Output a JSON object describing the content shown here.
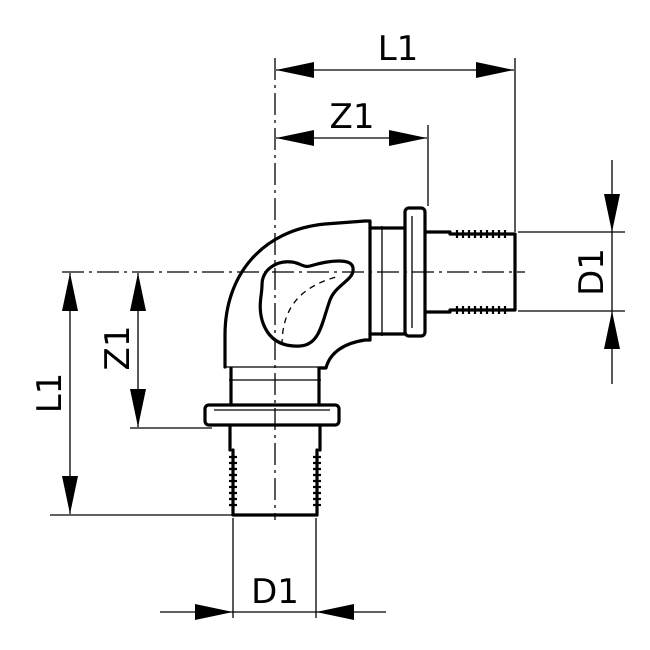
{
  "labels": {
    "top_length": "L1",
    "top_offset": "Z1",
    "right_diameter": "D1",
    "left_length": "L1",
    "left_offset": "Z1",
    "bottom_diameter": "D1"
  }
}
